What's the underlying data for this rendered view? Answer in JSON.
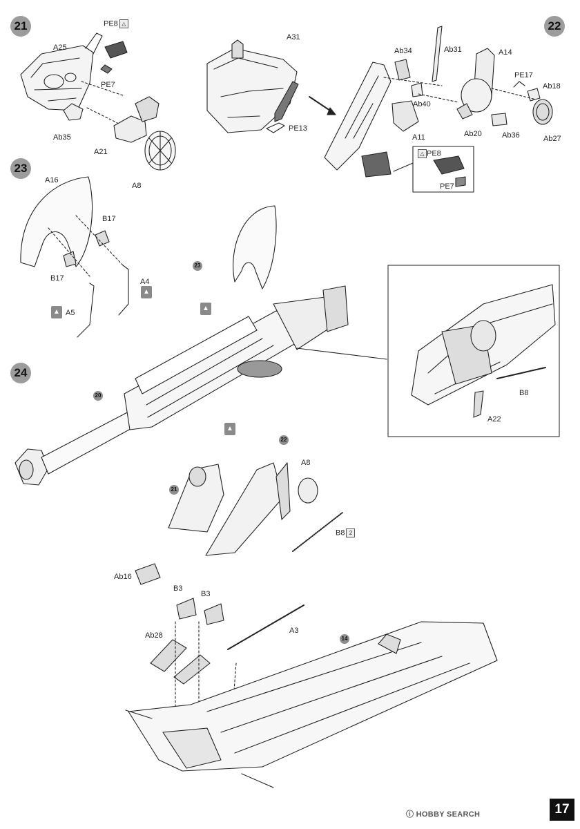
{
  "steps": {
    "s21": "21",
    "s22": "22",
    "s23": "23",
    "s24": "24"
  },
  "refs": {
    "r20": "20",
    "r21": "21",
    "r22": "22",
    "r23": "23",
    "r14": "14"
  },
  "labels": {
    "PE8a": "PE8",
    "A25": "A25",
    "PE7a": "PE7",
    "Ab35": "Ab35",
    "A21": "A21",
    "A8a": "A8",
    "A31": "A31",
    "PE13": "PE13",
    "Ab34": "Ab34",
    "Ab31": "Ab31",
    "A14": "A14",
    "PE17": "PE17",
    "Ab18": "Ab18",
    "Ab40": "Ab40",
    "A11": "A11",
    "Ab20": "Ab20",
    "Ab36": "Ab36",
    "Ab27": "Ab27",
    "PE8b": "PE8",
    "PE7b": "PE7",
    "A16": "A16",
    "B17a": "B17",
    "B17b": "B17",
    "A4": "A4",
    "A5": "A5",
    "B8a": "B8",
    "A22": "A22",
    "A8b": "A8",
    "B8b": "B8",
    "Ab16": "Ab16",
    "B3a": "B3",
    "B3b": "B3",
    "Ab28": "Ab28",
    "A3": "A3"
  },
  "b8_qty": "2",
  "page_number": "17",
  "watermark": "HOBBY SEARCH"
}
